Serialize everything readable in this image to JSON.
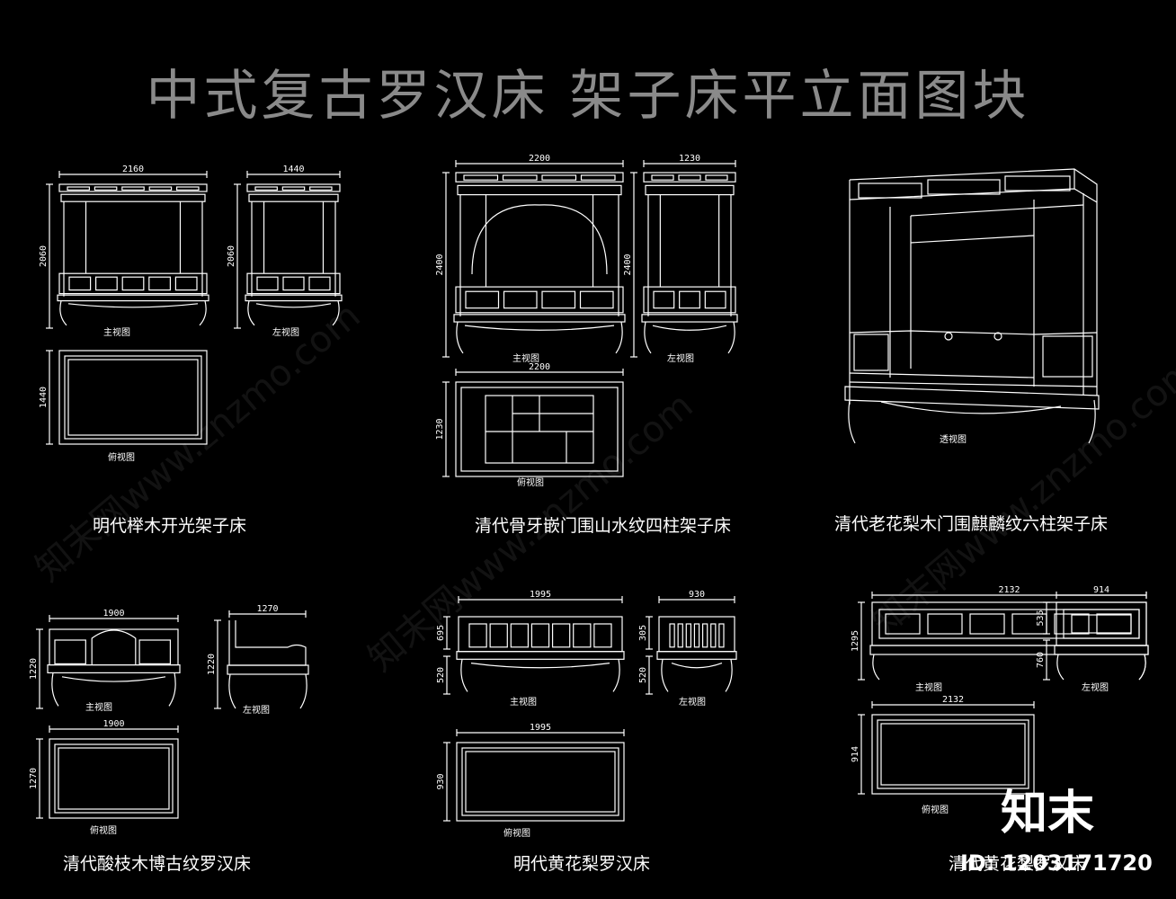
{
  "title": "中式复古罗汉床  架子床平立面图块",
  "beds": [
    {
      "name": "明代榉木开光架子床",
      "front": {
        "width": "2160",
        "height": "2060",
        "view": "主视图"
      },
      "side": {
        "width": "1440",
        "height": "2060",
        "view": "左视图"
      },
      "plan": {
        "depth": "1440",
        "view": "俯视图"
      }
    },
    {
      "name": "清代骨牙嵌门围山水纹四柱架子床",
      "front": {
        "width": "2200",
        "height": "2400",
        "view": "主视图"
      },
      "side": {
        "width": "1230",
        "height": "2400",
        "view": "左视图"
      },
      "plan": {
        "width": "2200",
        "depth": "1230",
        "view": "俯视图"
      }
    },
    {
      "name": "清代老花梨木门围麒麟纹六柱架子床",
      "persp": {
        "view": "透视图"
      }
    },
    {
      "name": "清代酸枝木博古纹罗汉床",
      "front": {
        "width": "1900",
        "height": "1220",
        "view": "主视图"
      },
      "side": {
        "width": "1270",
        "height": "1220",
        "view": "左视图"
      },
      "plan": {
        "width": "1900",
        "depth": "1270",
        "view": "俯视图"
      }
    },
    {
      "name": "明代黄花梨罗汉床",
      "front": {
        "width": "1995",
        "h_upper": "695",
        "h_lower": "520",
        "view": "主视图"
      },
      "side": {
        "width": "930",
        "h_upper": "305",
        "h_lower": "520",
        "view": "左视图"
      },
      "plan": {
        "width": "1995",
        "depth": "930",
        "view": "俯视图"
      }
    },
    {
      "name": "清代黄花梨罗汉床",
      "front": {
        "width": "2132",
        "height": "1295",
        "view": "主视图"
      },
      "side": {
        "width": "914",
        "h_upper": "535",
        "h_lower": "760",
        "view": "左视图"
      },
      "plan": {
        "width": "2132",
        "depth": "914",
        "view": "俯视图"
      }
    }
  ],
  "watermarks": [
    "知末网www.znzmo.com",
    "知末网www.znzmo.com",
    "知末网www.znzmo.com"
  ],
  "brand": "知末",
  "image_id": "ID: 1203171720",
  "colors": {
    "background": "#000000",
    "line": "#ffffff",
    "title": "#8a8a8a"
  }
}
